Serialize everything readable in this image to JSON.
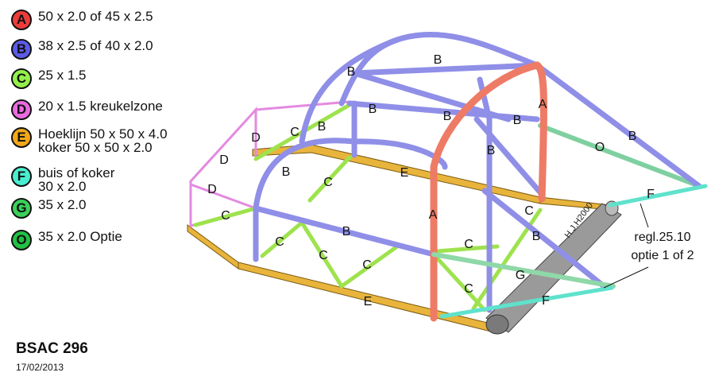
{
  "legend": [
    {
      "letter": "A",
      "color": "#ee3b3b",
      "lines": [
        "50 x 2.0 of 45 x 2.5"
      ]
    },
    {
      "letter": "B",
      "color": "#5b5be8",
      "lines": [
        "38 x 2.5 of 40 x 2.0"
      ]
    },
    {
      "letter": "C",
      "color": "#93f04a",
      "lines": [
        "25 x 1.5"
      ]
    },
    {
      "letter": "D",
      "color": "#ea6ae0",
      "lines": [
        "20 x 1.5 kreukelzone"
      ]
    },
    {
      "letter": "E",
      "color": "#f2a81a",
      "lines": [
        "Hoeklijn 50 x 50 x 4.0",
        "koker 50 x 50 x 2.0"
      ]
    },
    {
      "letter": "F",
      "color": "#48eed0",
      "lines": [
        "buis of koker",
        "30 x 2.0"
      ]
    },
    {
      "letter": "G",
      "color": "#3ad05a",
      "lines": [
        "35 x 2.0"
      ]
    },
    {
      "letter": "O",
      "color": "#22c044",
      "lines": [
        "35 x 2.0 Optie"
      ]
    }
  ],
  "footer": {
    "title": "BSAC 296",
    "date": "17/02/2013"
  },
  "annotation": {
    "line1": "regl.25.10",
    "line2": "optie 1 of 2"
  },
  "pipe_label": "H.J.H2000",
  "colors": {
    "A": "#ee7b66",
    "B": "#8f8fe8",
    "C": "#9ee24e",
    "D": "#e48ae0",
    "E": "#e8b43c",
    "F": "#5fe2cc",
    "G": "#8fd8a8",
    "O": "#7fd0a0"
  }
}
